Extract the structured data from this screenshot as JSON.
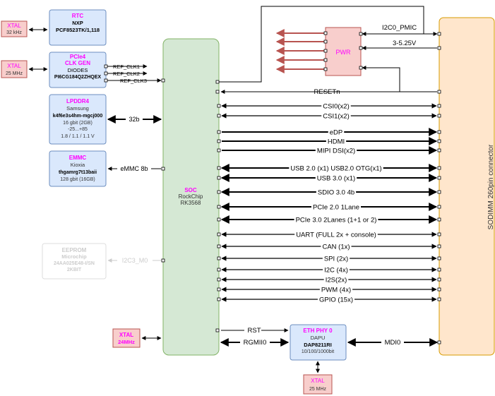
{
  "colors": {
    "xtal_fill": "#f8cecc",
    "xtal_stroke": "#b85450",
    "xtal_text": "#ff00ff",
    "blue_fill": "#dae8fc",
    "blue_stroke": "#6c8ebf",
    "green_fill": "#d5e8d4",
    "green_stroke": "#82b366",
    "orange_fill": "#ffe6cc",
    "orange_stroke": "#d79b00",
    "pwr_arrow": "#b85450",
    "title_text": "#ff00ff"
  },
  "blocks": {
    "xtal_rtc": {
      "title": "XTAL",
      "line1": "32 kHz"
    },
    "xtal_pcie": {
      "title": "XTAL",
      "line1": "25 MHz"
    },
    "rtc": {
      "title": "RTC",
      "line1": "NXP",
      "line2": "PCF8523TK/1,118"
    },
    "pcie_clk": {
      "title1": "PCIe4",
      "title2": "CLK GEN",
      "line1": "DIODES",
      "line2": "PI6CG184Q2ZHQEX"
    },
    "lpddr4": {
      "title": "LPDDR4",
      "line1": "Samsung",
      "line2": "k4f6e3s4hm-mgcj000",
      "line3": "16 gbit (2GB)",
      "line4": "-25...+85",
      "line5": "1.8 / 1.1 / 1.1 V"
    },
    "emmc": {
      "title": "EMMC",
      "line1": "Kioxia",
      "line2": "thgamrg7t13baii",
      "line3": "128 gbit (16GB)"
    },
    "eeprom": {
      "title": "EEPROM",
      "line1": "Microchip",
      "line2": "24AA025E48-I/SN",
      "line3": "2KBIT"
    },
    "xtal_soc": {
      "title": "XTAL",
      "line1": "24MHz"
    },
    "soc": {
      "title": "SOC",
      "line1": "RockChip",
      "line2": "RK3568"
    },
    "pwr": {
      "title": "PWR"
    },
    "eth": {
      "title": "ETH PHY 0",
      "line1": "DAPU",
      "line2": "DAP8211RI",
      "line3": "10/100/1000bit"
    },
    "xtal_eth": {
      "title": "XTAL",
      "line1": "25 MHz"
    },
    "sodimm": {
      "label": "SODIMM 260pin connector"
    }
  },
  "left_links": {
    "ref_clk1": "REF_CLK1",
    "ref_clk2": "REF_CLK2",
    "ref_clk3": "REF_CLK3",
    "lpddr_bus": "32b",
    "emmc_bus": "eMMC 8b",
    "eeprom_bus": "I2C3_M0"
  },
  "pwr_links": {
    "i2c_pmic": "I2C0_PMIC",
    "supply": "3-5.25V",
    "reset": "RESETn"
  },
  "signals": [
    {
      "label": "CSI0(x2)"
    },
    {
      "label": "CSI1(x2)"
    },
    {
      "label": "eDP"
    },
    {
      "label": "HDMI"
    },
    {
      "label": "MIPI DSI(x2)"
    },
    {
      "label": "USB 2.0 (x1) USB2.0 OTG(x1)"
    },
    {
      "label": "USB 3.0 (x1)"
    },
    {
      "label": "SDIO 3.0 4b"
    },
    {
      "label": "PCIe 2.0 1Lane"
    },
    {
      "label": "PCIe 3.0 2Lanes (1+1 or 2)"
    },
    {
      "label": "UART (FULL 2x + console)"
    },
    {
      "label": "CAN (1x)"
    },
    {
      "label": "SPI (2x)"
    },
    {
      "label": "I2C (4x)"
    },
    {
      "label": "I2S(2x)"
    },
    {
      "label": "PWM (4x)"
    },
    {
      "label": "GPIO (15x)"
    }
  ],
  "eth_links": {
    "rst": "RST",
    "rgmii": "RGMII0",
    "mdi": "MDI0"
  }
}
